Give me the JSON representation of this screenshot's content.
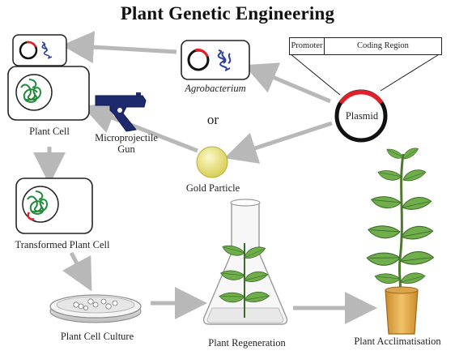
{
  "title": "Plant Genetic Engineering",
  "plasmid": {
    "label": "Plasmid",
    "segments": [
      "Promoter",
      "Coding Region"
    ]
  },
  "labels": {
    "agrobacterium": "Agrobacterium",
    "or": "or",
    "microprojectile_gun": [
      "Microprojectile",
      "Gun"
    ],
    "gold_particle": "Gold Particle",
    "plant_cell": "Plant Cell",
    "transformed_plant_cell": "Transformed Plant Cell",
    "plant_cell_culture": "Plant Cell Culture",
    "plant_regeneration": "Plant Regeneration",
    "plant_acclimatisation": "Plant Acclimatisation"
  },
  "colors": {
    "arrow": "#b8b8b8",
    "dna": "#2d3f9e",
    "plant_dna": "#1f8a3a",
    "insert": "#e0202a",
    "leaf": "#6fae4a",
    "gold": "#e6e07a",
    "gun": "#1e2a6e",
    "pot": "#e0a64a"
  }
}
